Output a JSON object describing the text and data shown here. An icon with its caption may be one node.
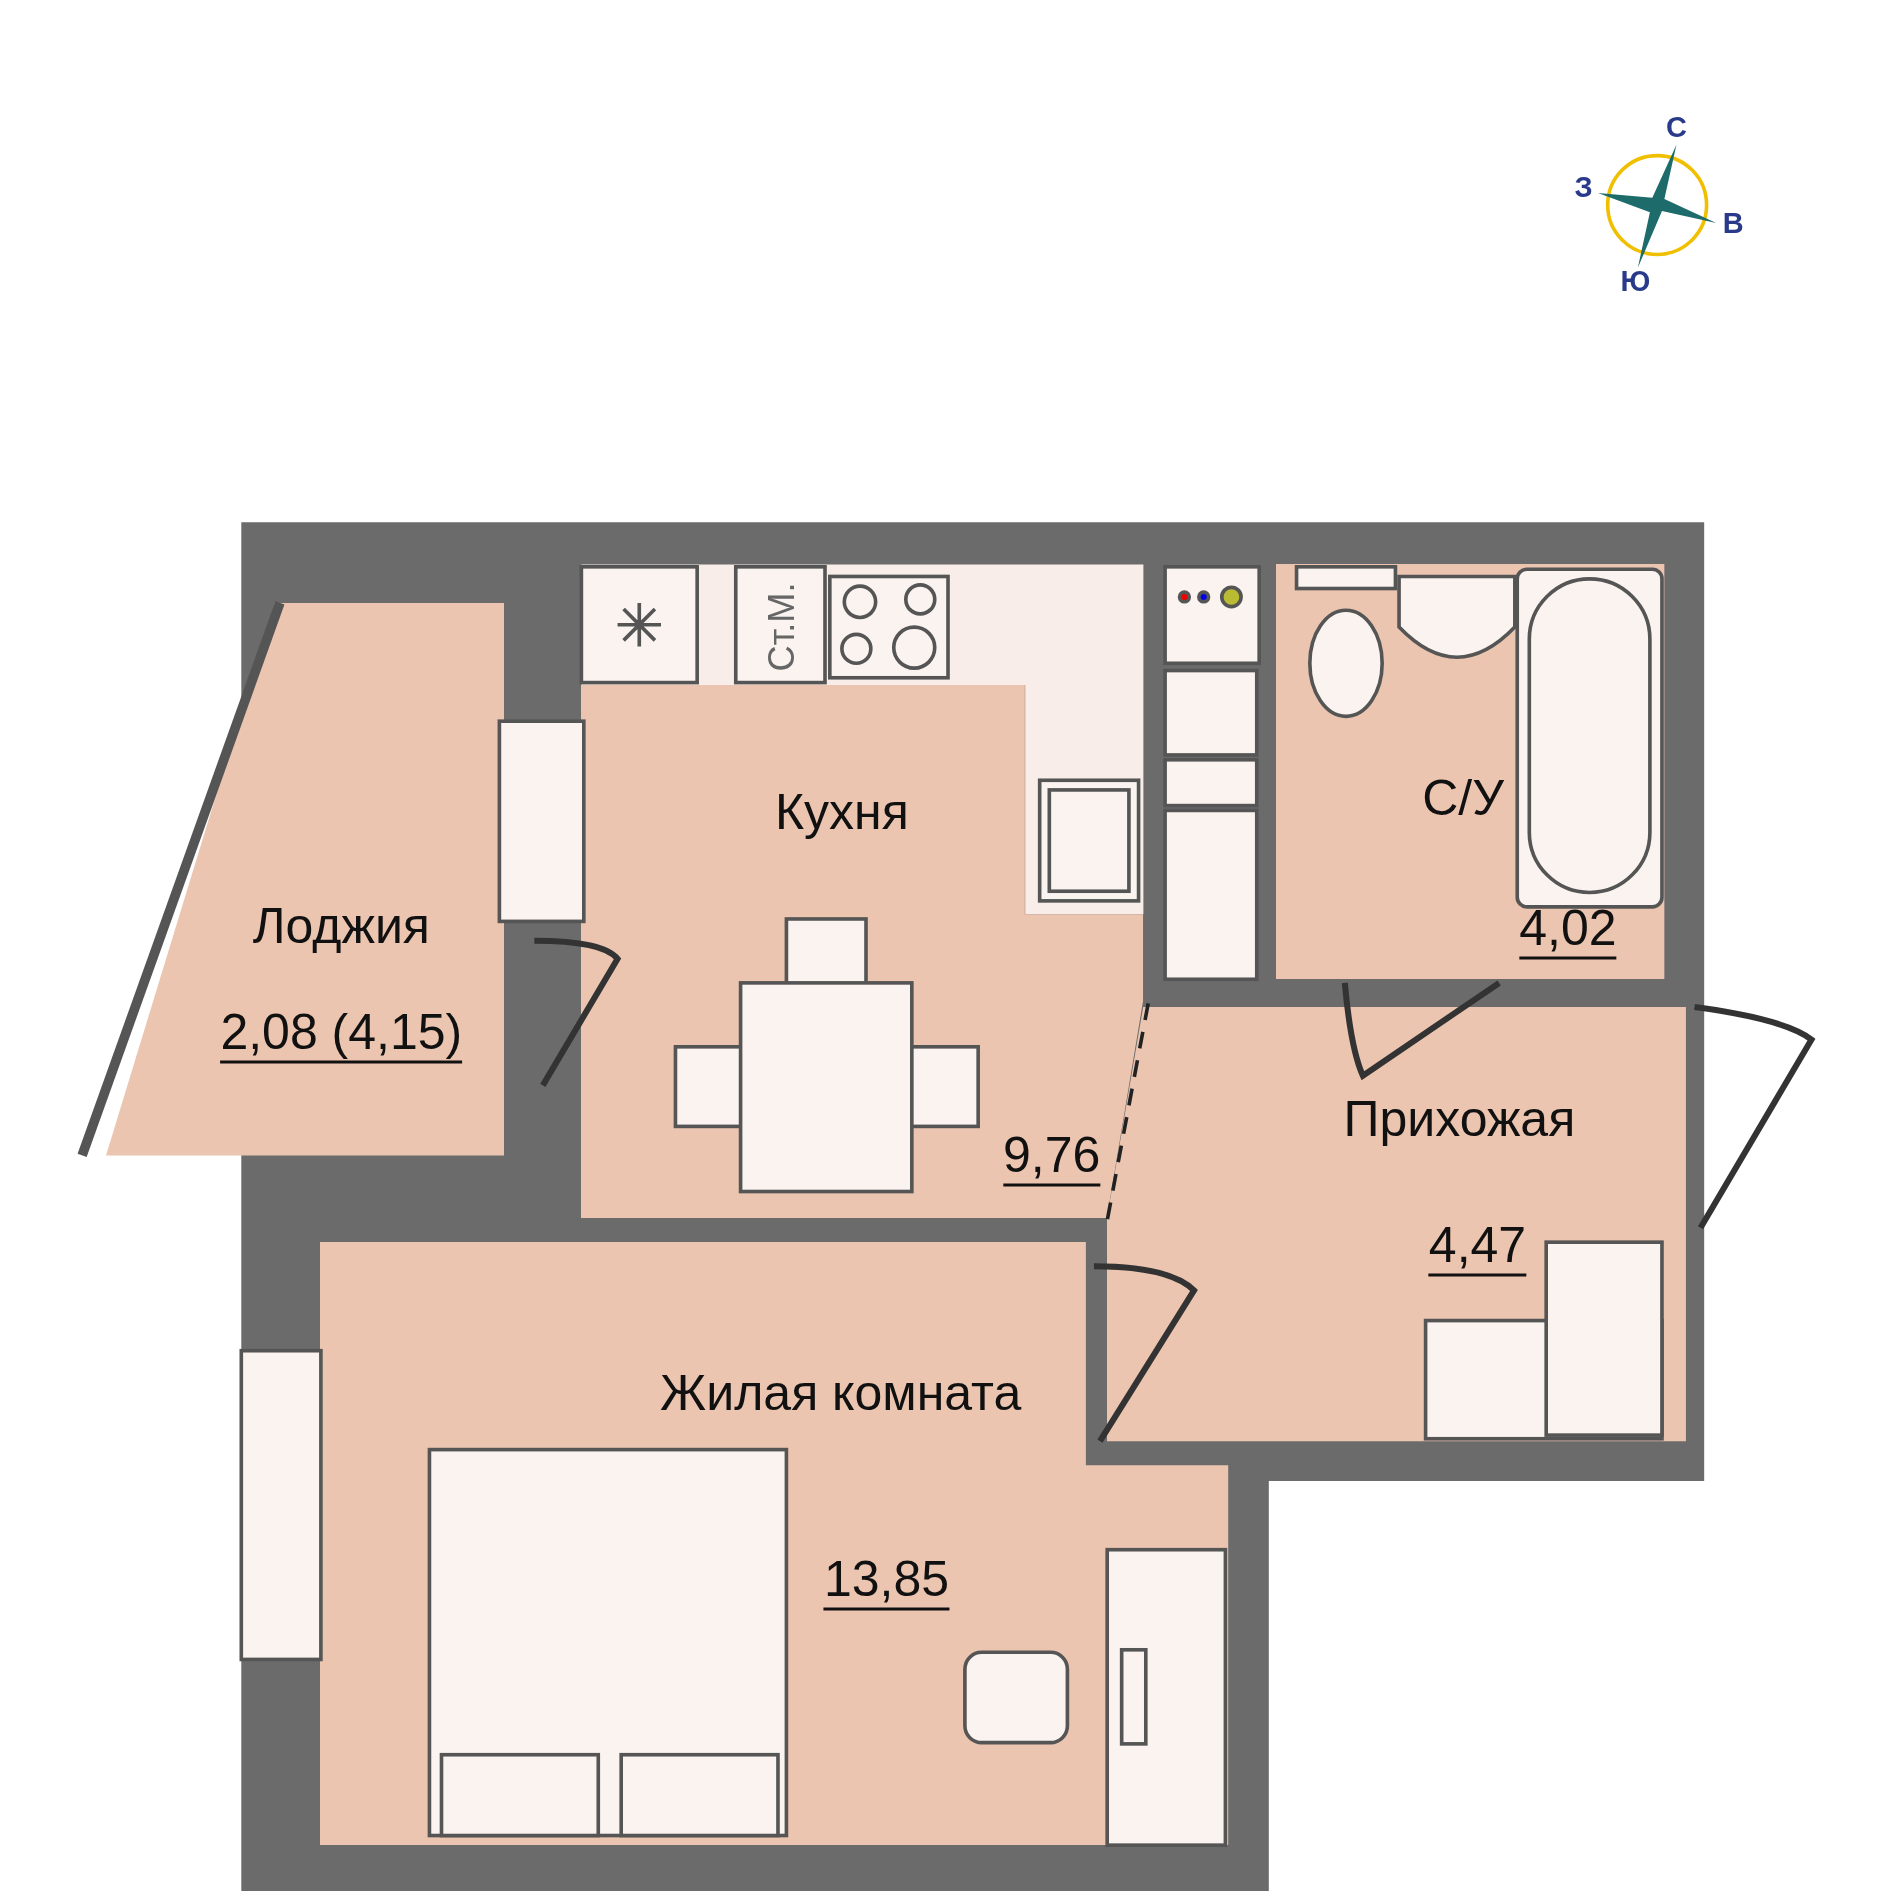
{
  "diagram": {
    "nodes": [
      {
        "text": [
          "Лоджия",
          "2,08 (4,15)"
        ]
      },
      {
        "text": [
          "Кухня",
          "9,76"
        ]
      },
      {
        "text": [
          "С/У",
          "4,02"
        ]
      },
      {
        "text": [
          "Прихожая",
          "4,47"
        ]
      },
      {
        "text": [
          "Жилая комната",
          "13,85"
        ]
      }
    ],
    "edges": [],
    "labels": [
      "С",
      "З",
      "В",
      "Ю",
      "Ст.М."
    ]
  }
}
